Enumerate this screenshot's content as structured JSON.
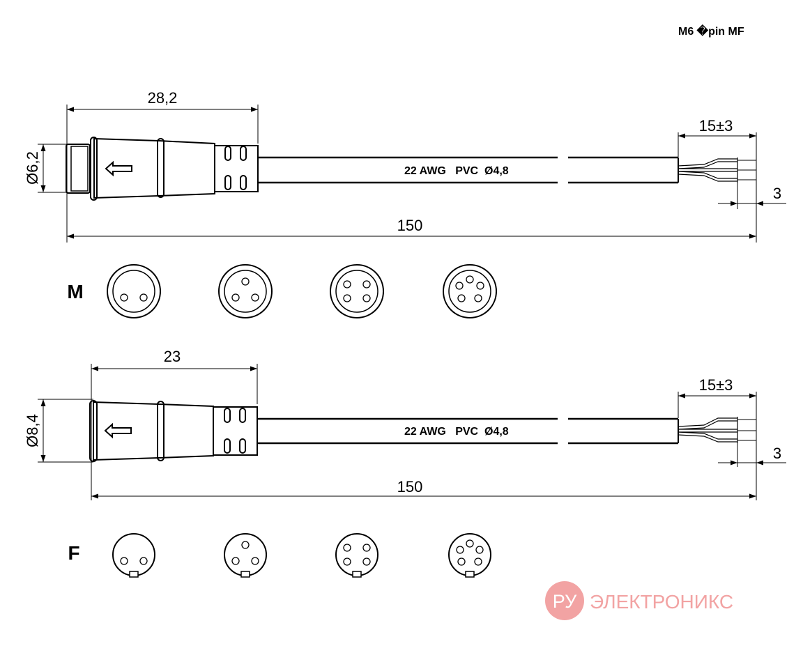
{
  "title": "M6 �pin MF",
  "top_connector": {
    "label": "M",
    "length_dim": "28,2",
    "diameter_dim": "Ø6,2",
    "total_dim": "150",
    "strip_dim": "15±3",
    "wire_dim": "3",
    "cable_text": "22 AWG   PVC  Ø4,8",
    "pin_views": [
      {
        "pins": 2
      },
      {
        "pins": 3
      },
      {
        "pins": 4
      },
      {
        "pins": 5
      }
    ]
  },
  "bottom_connector": {
    "label": "F",
    "length_dim": "23",
    "diameter_dim": "Ø8,4",
    "total_dim": "150",
    "strip_dim": "15±3",
    "wire_dim": "3",
    "cable_text": "22 AWG   PVC  Ø4,8",
    "pin_views": [
      {
        "pins": 2
      },
      {
        "pins": 3
      },
      {
        "pins": 4
      },
      {
        "pins": 5
      }
    ]
  },
  "watermark": {
    "badge": "РУ",
    "text": "ЭЛЕКТРОНИКС",
    "color": "#f2a3a3"
  }
}
